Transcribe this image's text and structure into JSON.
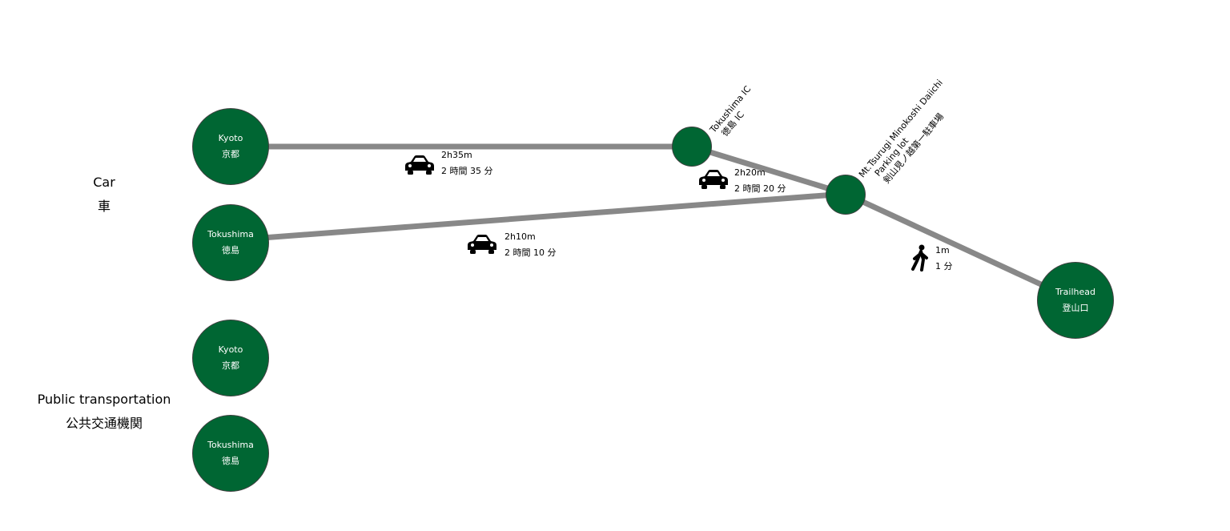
{
  "sections": {
    "car": {
      "en": "Car",
      "ja": "車"
    },
    "public": {
      "en": "Public transportation",
      "ja": "公共交通機関"
    }
  },
  "nodes": {
    "kyoto_car": {
      "en": "Kyoto",
      "ja": "京都"
    },
    "tokushima_car": {
      "en": "Tokushima",
      "ja": "徳島"
    },
    "kyoto_public": {
      "en": "Kyoto",
      "ja": "京都"
    },
    "tokushima_public": {
      "en": "Tokushima",
      "ja": "徳島"
    },
    "trailhead": {
      "en": "Trailhead",
      "ja": "登山口"
    }
  },
  "waypoints": {
    "tokushima_ic": {
      "en": "Tokushima IC",
      "ja": "徳島 IC"
    },
    "parking": {
      "en1": "Mt.Tsurugi Minokoshi Daiichi",
      "en2": "Parking lot",
      "ja": "剣山見ノ越第一駐車場"
    }
  },
  "times": {
    "kyoto_ic": {
      "en": "2h35m",
      "ja": "2 時間 35 分",
      "icon": "car-icon"
    },
    "ic_parking": {
      "en": "2h20m",
      "ja": "2 時間 20 分",
      "icon": "car-icon"
    },
    "tokushima_parking": {
      "en": "2h10m",
      "ja": "2 時間 10 分",
      "icon": "car-icon"
    },
    "parking_trailhead": {
      "en": "1m",
      "ja": "1 分",
      "icon": "walking-person-icon"
    }
  },
  "colors": {
    "node": "#006633",
    "route": "#888888"
  }
}
